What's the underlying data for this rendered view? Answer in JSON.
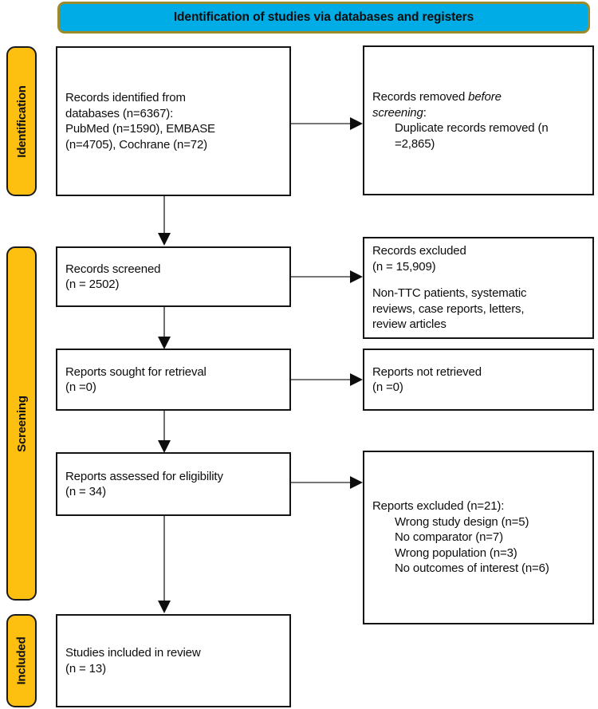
{
  "diagram": {
    "type": "prisma-flow-diagram",
    "banner": {
      "text": "Identification of studies via databases and registers",
      "fill_color": "#00ace5",
      "border_color": "#9b8b2b"
    },
    "stages": [
      {
        "id": "identification",
        "label": "Identification",
        "fill_color": "#fdc010"
      },
      {
        "id": "screening",
        "label": "Screening",
        "fill_color": "#fdc010"
      },
      {
        "id": "included",
        "label": "Included",
        "fill_color": "#fdc010"
      }
    ],
    "boxes": {
      "records_identified": {
        "line1": "Records identified from",
        "line2": "databases (n=6367):",
        "line3": "PubMed (n=1590), EMBASE",
        "line4": "(n=4705), Cochrane (n=72)"
      },
      "records_removed": {
        "line1": "Records removed ",
        "line1_italic": "before",
        "line2_italic": "screening",
        "line2_rest": ":",
        "line3": "Duplicate records removed (n",
        "line4": "=2,865)"
      },
      "records_screened": {
        "line1": "Records screened",
        "line2": "(n = 2502)"
      },
      "records_excluded": {
        "line1": "Records excluded",
        "line2": "(n = 15,909)",
        "line3": "Non-TTC patients, systematic",
        "line4": "reviews, case reports, letters,",
        "line5": "review articles"
      },
      "reports_sought": {
        "line1": "Reports sought for retrieval",
        "line2": "(n =0)"
      },
      "reports_not_retrieved": {
        "line1": "Reports not retrieved",
        "line2": "(n =0)"
      },
      "reports_assessed": {
        "line1": "Reports assessed for eligibility",
        "line2": "(n = 34)"
      },
      "reports_excluded": {
        "line1": "Reports excluded (n=21):",
        "line2": "Wrong study design (n=5)",
        "line3": "No comparator (n=7)",
        "line4": "Wrong population (n=3)",
        "line5": "No outcomes of interest (n=6)"
      },
      "studies_included": {
        "line1": "Studies included in review",
        "line2": "(n = 13)"
      }
    }
  }
}
